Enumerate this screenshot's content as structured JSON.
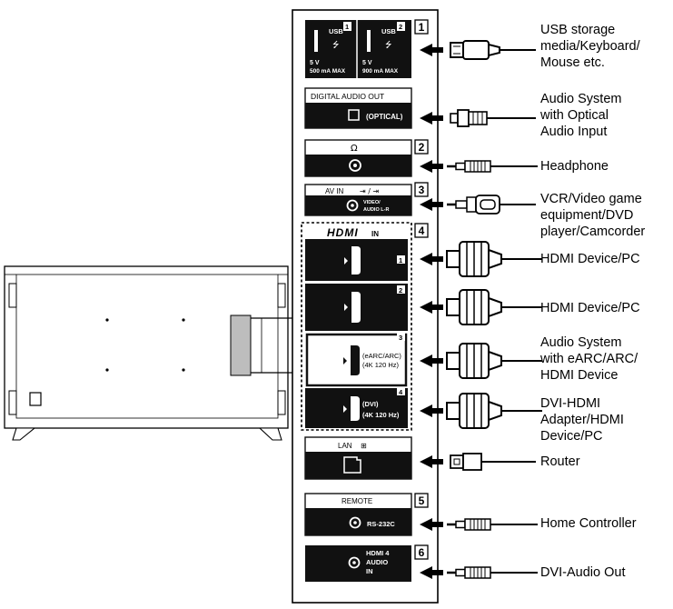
{
  "ports": {
    "usb1": {
      "title": "USB",
      "num": "1",
      "power_v": "5 V",
      "power_ma": "500 mA MAX"
    },
    "usb2": {
      "title": "USB",
      "num": "2",
      "power_v": "5 V",
      "power_ma": "900 mA MAX"
    },
    "digital_audio": {
      "title": "DIGITAL AUDIO OUT",
      "sub": "(OPTICAL)"
    },
    "av_in": {
      "title": "AV IN",
      "sub1": "VIDEO/",
      "sub2": "AUDIO L-R"
    },
    "hdmi": {
      "logo": "HDMI",
      "in_label": "IN",
      "num1": "1",
      "num2": "2",
      "num3": "3",
      "num4": "4",
      "earc_line1": "(eARC/ARC)",
      "earc_line2": "(4K 120 Hz)",
      "dvi_line1": "(DVI)",
      "dvi_line2": "(4K 120 Hz)"
    },
    "lan": {
      "title": "LAN"
    },
    "remote": {
      "title": "REMOTE",
      "sub": "RS-232C"
    },
    "hdmi4_audio": {
      "line1": "HDMI 4",
      "line2": "AUDIO",
      "line3": "IN"
    }
  },
  "callouts": [
    "1",
    "2",
    "3",
    "4",
    "5",
    "6"
  ],
  "devices": [
    {
      "line1": "USB storage",
      "line2": "media/Keyboard/",
      "line3": "Mouse etc."
    },
    {
      "line1": "Audio System",
      "line2": "with Optical",
      "line3": "Audio Input"
    },
    {
      "line1": "Headphone"
    },
    {
      "line1": "VCR/Video game",
      "line2": "equipment/DVD",
      "line3": "player/Camcorder"
    },
    {
      "line1": "HDMI Device/PC"
    },
    {
      "line1": "HDMI Device/PC"
    },
    {
      "line1": "Audio System",
      "line2": "with eARC/ARC/",
      "line3": "HDMI Device"
    },
    {
      "line1": "DVI-HDMI",
      "line2": "Adapter/HDMI",
      "line3": "Device/PC"
    },
    {
      "line1": "Router"
    },
    {
      "line1": "Home Controller"
    },
    {
      "line1": "DVI-Audio Out"
    }
  ],
  "colors": {
    "panel": "#111111",
    "highlight": "#bdbdbd",
    "line": "#000000"
  }
}
